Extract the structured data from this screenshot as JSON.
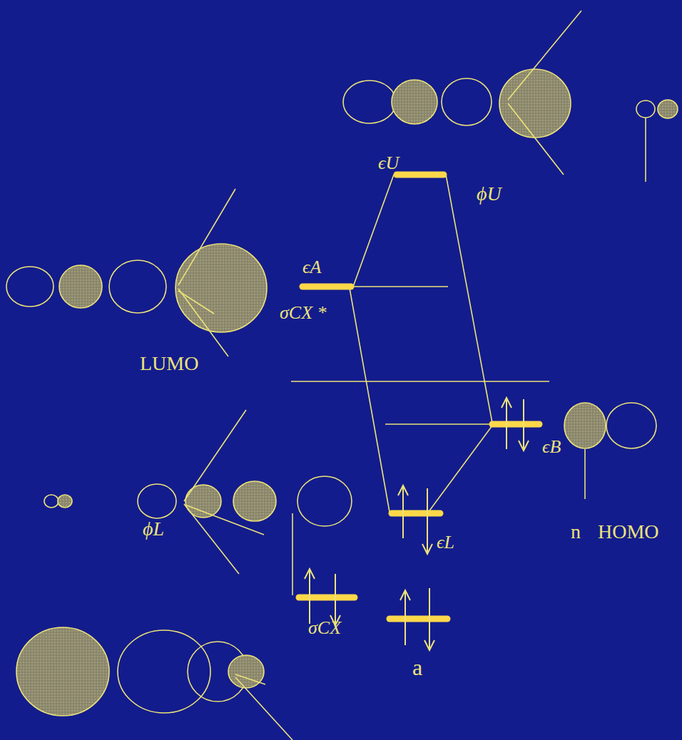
{
  "diagram": {
    "labels": [
      "ϵU",
      "ϕU",
      "ϵA",
      "σCX *",
      "LUMO",
      "ϵB",
      "n",
      "HOMO",
      "ϵL",
      "ϕL",
      "σCX",
      "a"
    ]
  }
}
